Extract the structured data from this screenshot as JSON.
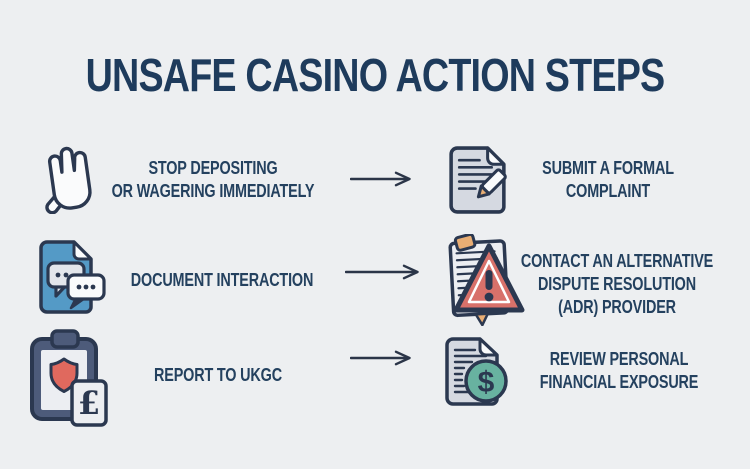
{
  "title": "UNSAFE CASINO ACTION STEPS",
  "steps": [
    {
      "left": {
        "icon": "stop-hand-icon",
        "label": "STOP DEPOSITING\nOR WAGERING IMMEDIATELY"
      },
      "right": {
        "icon": "document-pencil-icon",
        "label": "SUBMIT A FORMAL\nCOMPLAINT"
      }
    },
    {
      "left": {
        "icon": "document-chat-icon",
        "label": "DOCUMENT INTERACTION"
      },
      "right": {
        "icon": "clipboard-warning-icon",
        "label": "CONTACT AN ALTERNATIVE\nDISPUTE RESOLUTION\n(ADR) PROVIDER"
      }
    },
    {
      "left": {
        "icon": "clipboard-shield-pound-icon",
        "label": "REPORT TO UKGC"
      },
      "right": {
        "icon": "document-dollar-icon",
        "label": "REVIEW PERSONAL\nFINANCIAL EXPOSURE"
      }
    }
  ],
  "glyphs": {
    "pound": "£",
    "dollar": "$",
    "exclamation": "!"
  },
  "colors": {
    "background": "#edeff1",
    "navy": "#2b3850",
    "navy_text": "#24415f",
    "title_navy": "#1e3b5c",
    "arrow": "#2b3548",
    "doc_gray": "#d5d9e1",
    "paper_light": "#eceef2",
    "doc_blue": "#549ac6",
    "bubble_gray": "#e3e6eb",
    "warning_red": "#d8716a",
    "shield_red": "#e0695e",
    "teal": "#68b2a0",
    "tan": "#e9ae74",
    "slate": "#4d5b7a",
    "card_gray": "#eceef1",
    "white": "#fafbfc"
  }
}
